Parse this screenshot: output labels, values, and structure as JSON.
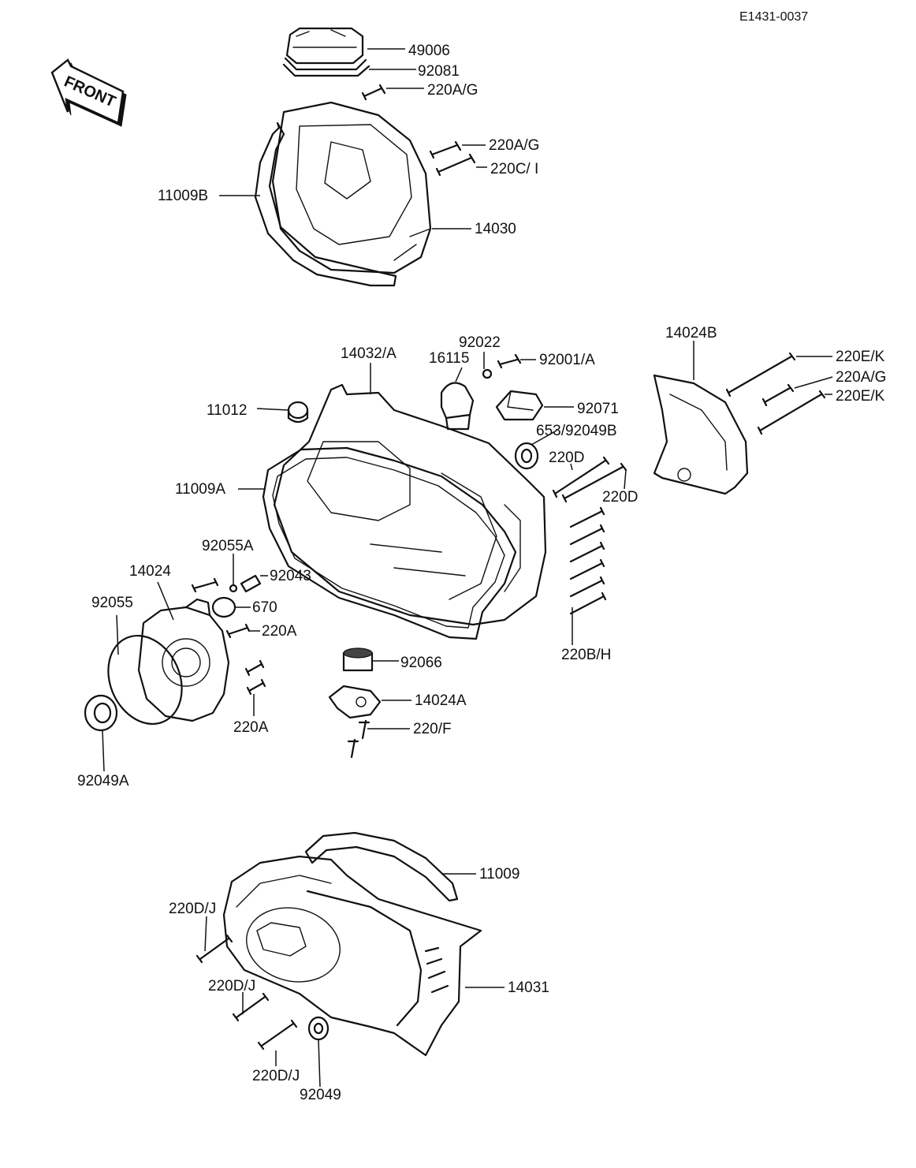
{
  "diagram": {
    "ref_code": "E1431-0037",
    "front_label": "FRONT",
    "labels": {
      "p49006": "49006",
      "p92081": "92081",
      "p220AG_1": "220A/G",
      "p220AG_2": "220A/G",
      "p220CI": "220C/ I",
      "p11009B": "11009B",
      "p14030": "14030",
      "p14024B": "14024B",
      "p14032A": "14032/A",
      "p92022": "92022",
      "p16115": "16115",
      "p92001A": "92001/A",
      "p220EK_1": "220E/K",
      "p220AG_3": "220A/G",
      "p220EK_2": "220E/K",
      "p11012": "11012",
      "p92071": "92071",
      "p653_92049B": "653/92049B",
      "p220D_1": "220D",
      "p220D_2": "220D",
      "p11009A": "11009A",
      "p92055A": "92055A",
      "p92043": "92043",
      "p14024": "14024",
      "p92055": "92055",
      "p670": "670",
      "p220A_1": "220A",
      "p220BH": "220B/H",
      "p92066": "92066",
      "p14024A": "14024A",
      "p220A_2": "220A",
      "p220F": "220/F",
      "p92049A": "92049A",
      "p11009": "11009",
      "p220DJ_1": "220D/J",
      "p220DJ_2": "220D/J",
      "p14031": "14031",
      "p220DJ_3": "220D/J",
      "p92049": "92049"
    }
  }
}
